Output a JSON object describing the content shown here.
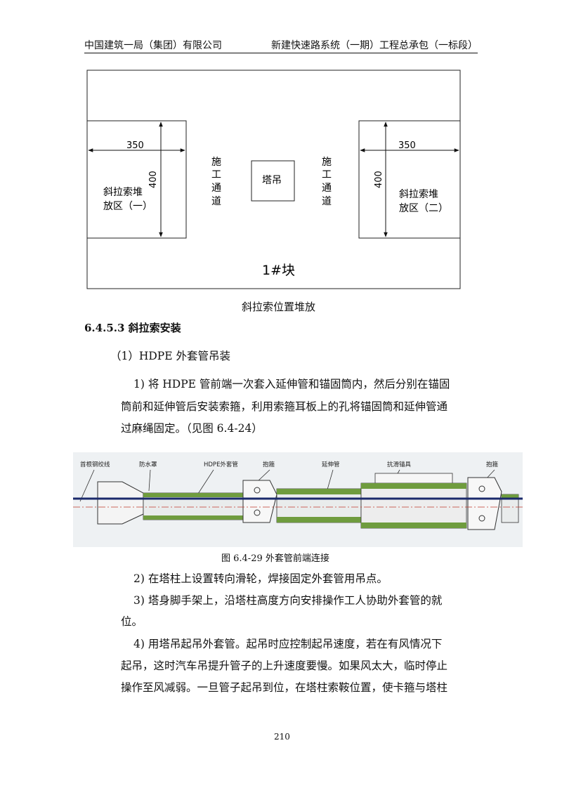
{
  "header": {
    "left": "中国建筑一局（集团）有限公司",
    "right": "新建快速路系统（一期）工程总承包（一标段）"
  },
  "layout_figure": {
    "left_dim_h": "350",
    "left_dim_v": "400",
    "left_area_line1": "斜拉索堆",
    "left_area_line2": "放区（一）",
    "right_dim_h": "350",
    "right_dim_v": "400",
    "right_area_line1": "斜拉索堆",
    "right_area_line2": "放区（二）",
    "passage_chars": [
      "施",
      "工",
      "通",
      "道"
    ],
    "crane": "塔吊",
    "block": "1#块",
    "caption": "斜拉索位置堆放"
  },
  "section_heading": "6.4.5.3 斜拉索安装",
  "subheading": "（1）HDPE 外套管吊装",
  "item1": {
    "line1": "1)        将 HDPE 管前端一次套入延伸管和锚固筒内，然后分别在锚固",
    "line2": "筒前和延伸管后安装索箍，利用索箍耳板上的孔将锚固筒和延伸管通",
    "line3": "过麻绳固定。（见图 6.4-24）"
  },
  "pipe_figure": {
    "labels": [
      "首根钢绞线",
      "防水罩",
      "HDPE外套管",
      "抱箍",
      "延伸管",
      "抗滑锚具",
      "抱箍"
    ],
    "caption": "图 6.4-29 外套管前端连接"
  },
  "item2": "2)      在塔柱上设置转向滑轮，焊接固定外套管用吊点。",
  "item3": {
    "line1": "3)      塔身脚手架上，沿塔柱高度方向安排操作工人协助外套管的就",
    "line2": "位。"
  },
  "item4": {
    "line1": "4)      用塔吊起吊外套管。起吊时应控制起吊速度，若在有风情况下",
    "line2": "起吊，这时汽车吊提升管子的上升速度要慢。如果风太大，临时停止",
    "line3": "操作至风减弱。一旦管子起吊到位，在塔柱索鞍位置，使卡箍与塔柱"
  },
  "page_number": "210"
}
